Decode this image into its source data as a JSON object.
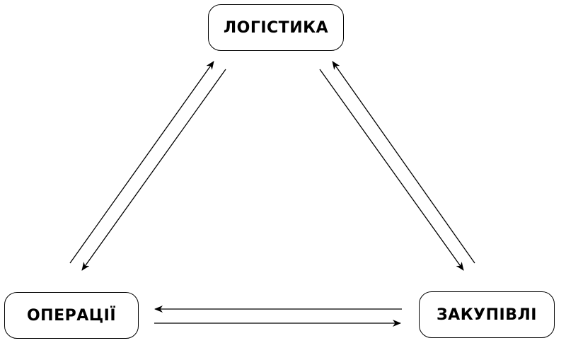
{
  "diagram": {
    "nodes": {
      "top": {
        "label": "ЛОГІСТИКА"
      },
      "left": {
        "label": "ОПЕРАЦІЇ"
      },
      "right": {
        "label": "ЗАКУПІВЛІ"
      }
    },
    "edges": [
      {
        "from": "left",
        "to": "top"
      },
      {
        "from": "top",
        "to": "left"
      },
      {
        "from": "top",
        "to": "right"
      },
      {
        "from": "right",
        "to": "top"
      },
      {
        "from": "right",
        "to": "left"
      },
      {
        "from": "left",
        "to": "right"
      }
    ],
    "line_color": "#000000"
  }
}
